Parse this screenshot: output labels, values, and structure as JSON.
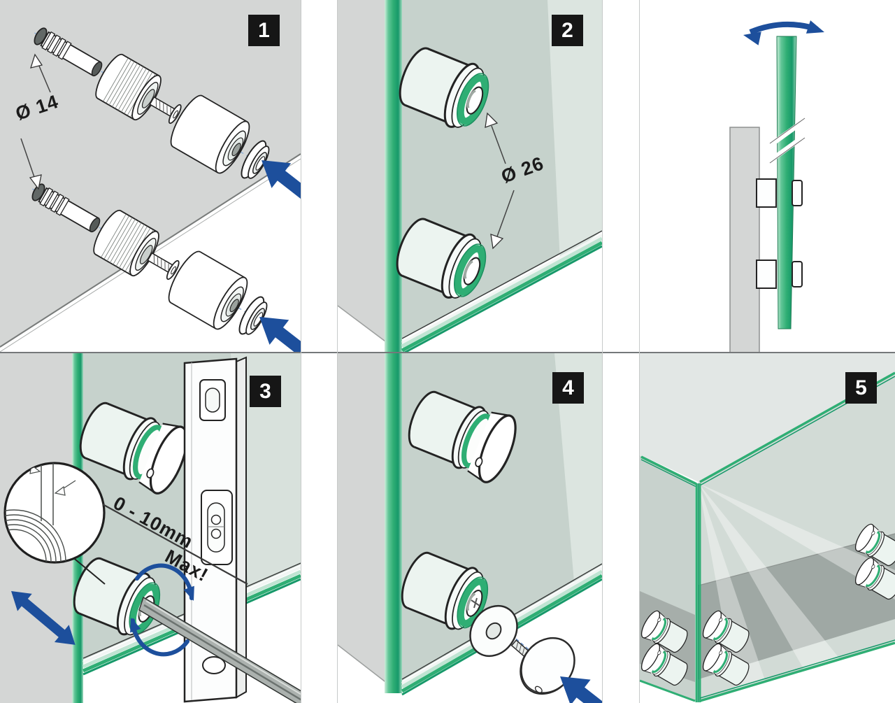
{
  "document": {
    "kind": "installation-instructions",
    "subject": "glass standoff fixing"
  },
  "colors": {
    "green": "#2fae74",
    "green_dark": "#17996a",
    "green_light": "#bfe4d2",
    "arrow_blue": "#1d4f9c",
    "wall_gray": "#d4d6d5",
    "glass_tint": "#c6d2cc",
    "badge_bg": "#161616",
    "badge_fg": "#ffffff"
  },
  "panels": [
    {
      "name": "anchor-assembly",
      "badge": "1",
      "label": "Ø 14"
    },
    {
      "name": "glass-holes",
      "badge": "2",
      "label": "Ø 26"
    },
    {
      "name": "side-adjustment-view"
    },
    {
      "name": "leveling-adjustment",
      "badge": "3",
      "gap_label": "0 - 10mm",
      "max_label": "Max!"
    },
    {
      "name": "cap-installation",
      "badge": "4"
    },
    {
      "name": "finished-installation",
      "badge": "5"
    }
  ]
}
